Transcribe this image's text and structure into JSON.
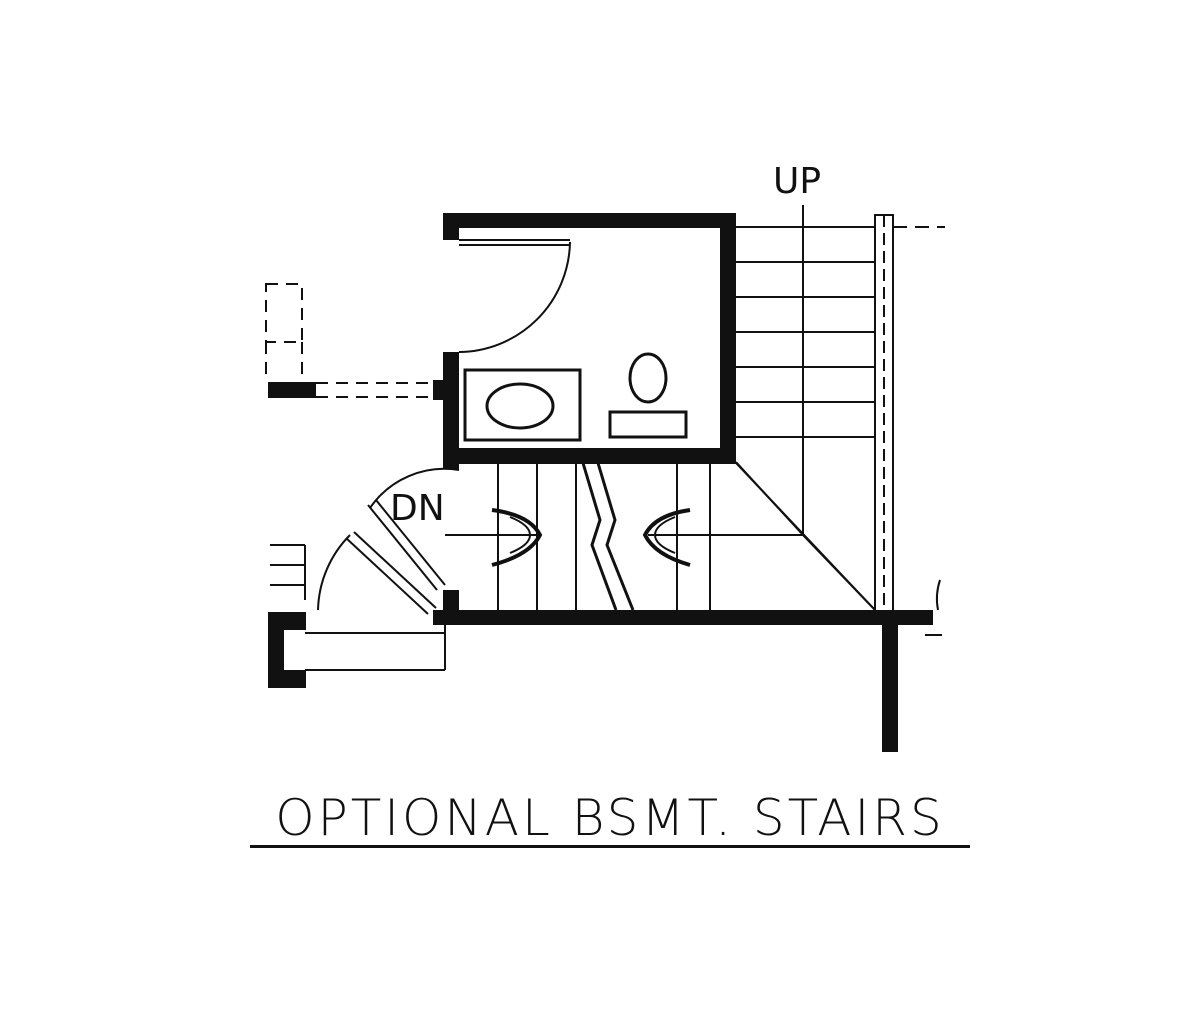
{
  "labels": {
    "up": "UP",
    "down": "DN"
  },
  "caption": "OPTIONAL BSMT. STAIRS",
  "colors": {
    "ink": "#111111",
    "paper": "#ffffff"
  }
}
